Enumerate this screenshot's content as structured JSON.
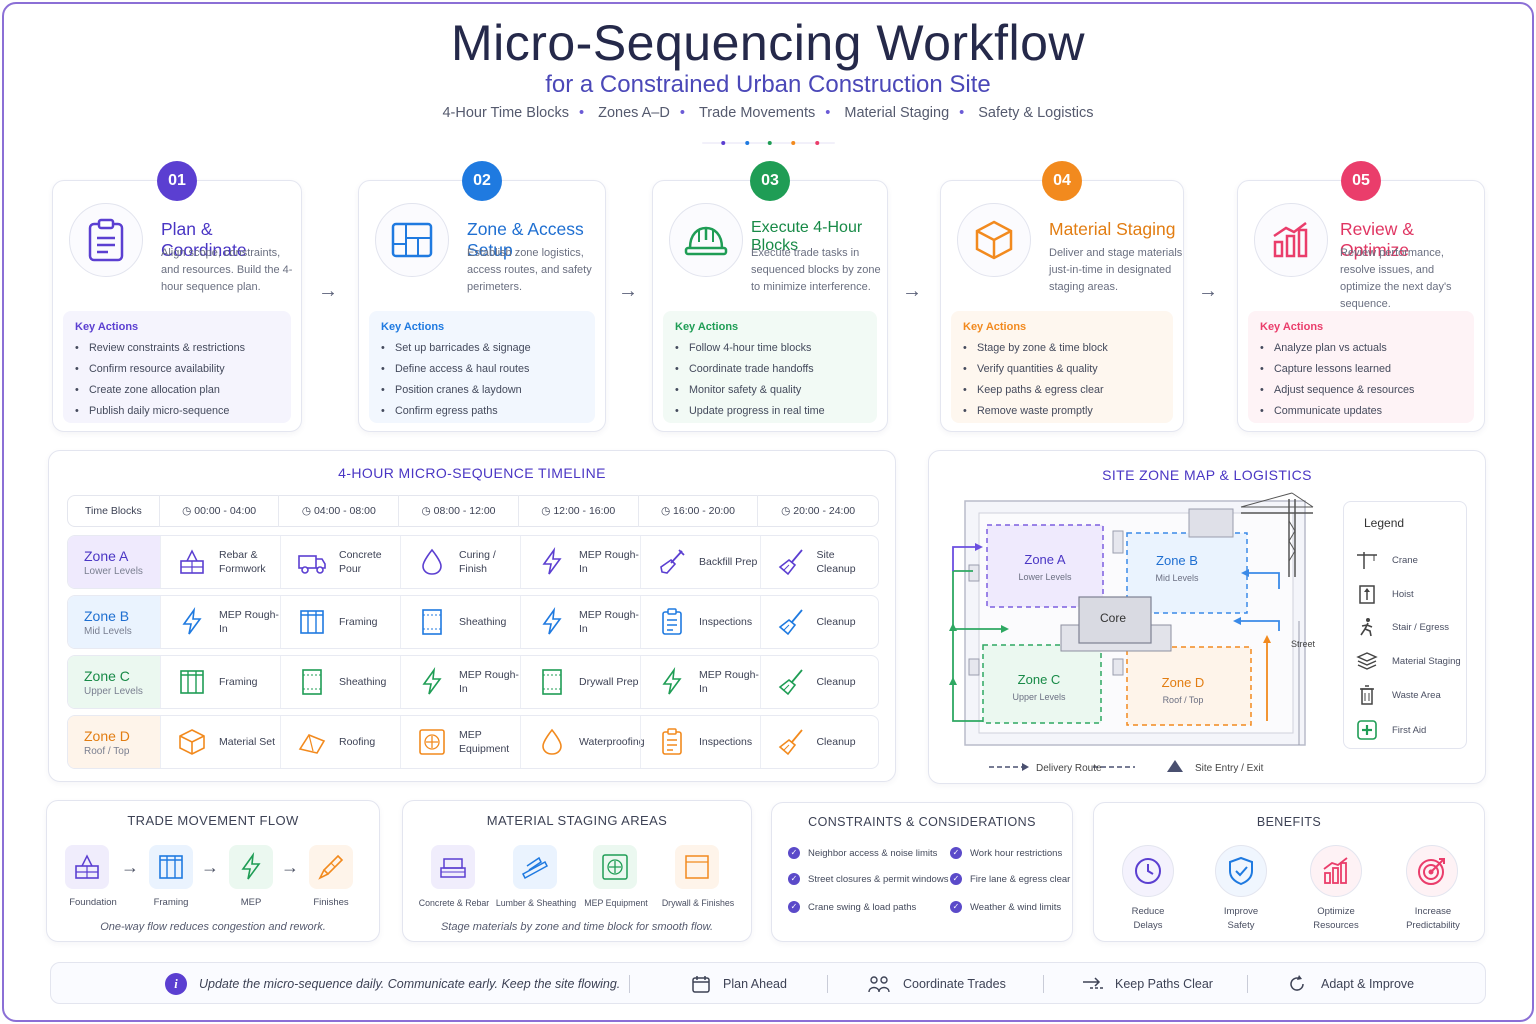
{
  "header": {
    "title": "Micro-Sequencing Workflow",
    "subtitle": "for a Constrained Urban Construction Site",
    "tags": [
      "4-Hour Time Blocks",
      "Zones A–D",
      "Trade Movements",
      "Material Staging",
      "Safety & Logistics"
    ],
    "tag_separator": "•"
  },
  "colors": {
    "purple": "#5b3fd1",
    "blue": "#1f7ae0",
    "green": "#1f9d55",
    "orange": "#f28a1e",
    "pink": "#ea3d6b"
  },
  "phases": [
    {
      "num": "01",
      "title": "Plan & Coordinate",
      "desc": "Align scope, constraints, and resources. Build the 4-hour sequence plan.",
      "icon": "clipboard-icon",
      "ka_title": "Key Actions",
      "actions": [
        "Review constraints & restrictions",
        "Confirm resource availability",
        "Create zone allocation plan",
        "Publish daily micro-sequence"
      ]
    },
    {
      "num": "02",
      "title": "Zone & Access Setup",
      "desc": "Establish zone logistics, access routes, and safety perimeters.",
      "icon": "blueprint-icon",
      "ka_title": "Key Actions",
      "actions": [
        "Set up barricades & signage",
        "Define access & haul routes",
        "Position cranes & laydown",
        "Confirm egress paths"
      ]
    },
    {
      "num": "03",
      "title": "Execute 4-Hour Blocks",
      "desc": "Execute trade tasks in sequenced blocks by zone to minimize interference.",
      "icon": "hardhat-icon",
      "ka_title": "Key Actions",
      "actions": [
        "Follow 4-hour time blocks",
        "Coordinate trade handoffs",
        "Monitor safety & quality",
        "Update progress in real time"
      ]
    },
    {
      "num": "04",
      "title": "Material Staging",
      "desc": "Deliver and stage materials just-in-time in designated staging areas.",
      "icon": "box-icon",
      "ka_title": "Key Actions",
      "actions": [
        "Stage by zone & time block",
        "Verify quantities & quality",
        "Keep paths & egress clear",
        "Remove waste promptly"
      ]
    },
    {
      "num": "05",
      "title": "Review & Optimize",
      "desc": "Review performance, resolve issues, and optimize the next day's sequence.",
      "icon": "bar-chart-icon",
      "ka_title": "Key Actions",
      "actions": [
        "Analyze plan vs actuals",
        "Capture lessons learned",
        "Adjust sequence & resources",
        "Communicate updates"
      ]
    }
  ],
  "timeline": {
    "title": "4-HOUR MICRO-SEQUENCE TIMELINE",
    "header_label": "Time Blocks",
    "blocks": [
      "00:00 - 04:00",
      "04:00 - 08:00",
      "08:00 - 12:00",
      "12:00 - 16:00",
      "16:00 - 20:00",
      "20:00 - 24:00"
    ],
    "rows": [
      {
        "zone": "Zone A",
        "sub": "Lower Levels",
        "tasks": [
          {
            "label": "Rebar & Formwork",
            "icon": "rebar-icon"
          },
          {
            "label": "Concrete Pour",
            "icon": "truck-icon"
          },
          {
            "label": "Curing / Finish",
            "icon": "drop-icon"
          },
          {
            "label": "MEP Rough-In",
            "icon": "bolt-icon"
          },
          {
            "label": "Backfill Prep",
            "icon": "shovel-icon"
          },
          {
            "label": "Site Cleanup",
            "icon": "broom-icon"
          }
        ]
      },
      {
        "zone": "Zone B",
        "sub": "Mid Levels",
        "tasks": [
          {
            "label": "MEP Rough-In",
            "icon": "bolt-icon"
          },
          {
            "label": "Framing",
            "icon": "frame-icon"
          },
          {
            "label": "Sheathing",
            "icon": "panel-icon"
          },
          {
            "label": "MEP Rough-In",
            "icon": "bolt-icon"
          },
          {
            "label": "Inspections",
            "icon": "clipboard-icon"
          },
          {
            "label": "Cleanup",
            "icon": "broom-icon"
          }
        ]
      },
      {
        "zone": "Zone C",
        "sub": "Upper Levels",
        "tasks": [
          {
            "label": "Framing",
            "icon": "frame-icon"
          },
          {
            "label": "Sheathing",
            "icon": "panel-icon"
          },
          {
            "label": "MEP Rough-In",
            "icon": "bolt-icon"
          },
          {
            "label": "Drywall Prep",
            "icon": "panel-icon"
          },
          {
            "label": "MEP Rough-In",
            "icon": "bolt-icon"
          },
          {
            "label": "Cleanup",
            "icon": "broom-icon"
          }
        ]
      },
      {
        "zone": "Zone D",
        "sub": "Roof / Top",
        "tasks": [
          {
            "label": "Material Set",
            "icon": "box-icon"
          },
          {
            "label": "Roofing",
            "icon": "roof-icon"
          },
          {
            "label": "MEP Equipment",
            "icon": "fan-icon"
          },
          {
            "label": "Waterproofing",
            "icon": "drop-icon"
          },
          {
            "label": "Inspections",
            "icon": "clipboard-icon"
          },
          {
            "label": "Cleanup",
            "icon": "broom-icon"
          }
        ]
      }
    ]
  },
  "site_map": {
    "title": "SITE ZONE MAP & LOGISTICS",
    "zones": [
      {
        "name": "Zone A",
        "sub": "Lower Levels"
      },
      {
        "name": "Zone B",
        "sub": "Mid Levels"
      },
      {
        "name": "Zone C",
        "sub": "Upper Levels"
      },
      {
        "name": "Zone D",
        "sub": "Roof / Top"
      }
    ],
    "core_label": "Core",
    "street_label": "Street",
    "delivery_route": "Delivery Route",
    "site_entry": "Site Entry / Exit",
    "legend_title": "Legend",
    "legend": [
      {
        "label": "Crane",
        "icon": "crane-icon"
      },
      {
        "label": "Hoist",
        "icon": "hoist-icon"
      },
      {
        "label": "Stair / Egress",
        "icon": "runner-icon"
      },
      {
        "label": "Material Staging",
        "icon": "stack-icon"
      },
      {
        "label": "Waste Area",
        "icon": "trash-icon"
      },
      {
        "label": "First Aid",
        "icon": "first-aid-icon"
      }
    ]
  },
  "trade_flow": {
    "title": "TRADE MOVEMENT FLOW",
    "steps": [
      "Foundation",
      "Framing",
      "MEP",
      "Finishes"
    ],
    "note": "One-way flow reduces congestion and rework."
  },
  "staging": {
    "title": "MATERIAL STAGING AREAS",
    "areas": [
      "Concrete & Rebar",
      "Lumber & Sheathing",
      "MEP Equipment",
      "Drywall & Finishes"
    ],
    "note": "Stage materials by zone and time block for smooth flow."
  },
  "constraints": {
    "title": "CONSTRAINTS & CONSIDERATIONS",
    "items": [
      "Neighbor access & noise limits",
      "Work hour restrictions",
      "Street closures & permit windows",
      "Fire lane & egress clear",
      "Crane swing & load paths",
      "Weather & wind limits"
    ]
  },
  "benefits": {
    "title": "BENEFITS",
    "items": [
      {
        "line1": "Reduce",
        "line2": "Delays",
        "icon": "clock-icon"
      },
      {
        "line1": "Improve",
        "line2": "Safety",
        "icon": "shield-icon"
      },
      {
        "line1": "Optimize",
        "line2": "Resources",
        "icon": "bar-chart-icon"
      },
      {
        "line1": "Increase",
        "line2": "Predictability",
        "icon": "target-icon"
      }
    ]
  },
  "footer": {
    "message": "Update the micro-sequence daily. Communicate early. Keep the site flowing.",
    "items": [
      "Plan Ahead",
      "Coordinate Trades",
      "Keep Paths Clear",
      "Adapt & Improve"
    ]
  }
}
